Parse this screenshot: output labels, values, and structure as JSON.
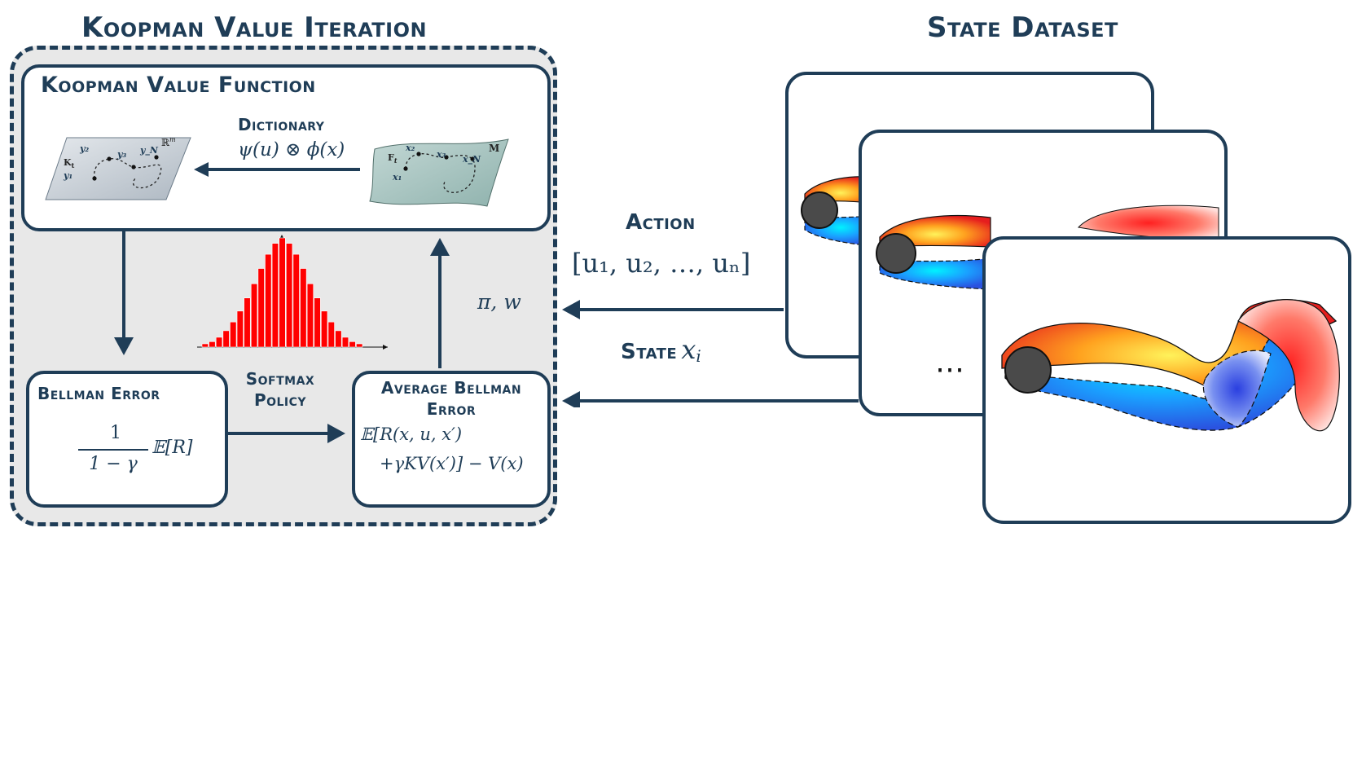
{
  "titles": {
    "koopman_value_iteration": "Koopman Value Iteration",
    "state_dataset": "State Dataset"
  },
  "kvf": {
    "title": "Koopman Value Function",
    "dictionary_label": "Dictionary",
    "dictionary_formula": "ψ(u) ⊗ ϕ(x)",
    "left_plane": {
      "space": "ℝ",
      "space_sup": "m",
      "operator": "K",
      "operator_sub": "t",
      "points": [
        "y₁",
        "y₂",
        "y₃",
        "y_N"
      ]
    },
    "right_plane": {
      "space": "M",
      "operator": "F",
      "operator_sub": "t",
      "points": [
        "x₁",
        "x₂",
        "x₃",
        "x_N"
      ]
    }
  },
  "bellman": {
    "title": "Bellman Error",
    "numerator": "1",
    "denominator": "1 − γ",
    "expectation": "𝔼[R]"
  },
  "softmax": {
    "line1": "Softmax",
    "line2": "Policy"
  },
  "average_bellman": {
    "title_line1": "Average Bellman",
    "title_line2": "Error",
    "formula_line1": "𝔼[R(x, u, x′)",
    "formula_line2": "+γKV(x′)] − V(x)"
  },
  "pi_w": "π, w",
  "action": {
    "label": "Action",
    "vector": "[u₁, u₂, …, uₙ]"
  },
  "state": {
    "label": "State",
    "symbol": "x",
    "subscript": "i"
  },
  "ellipsis": "⋯",
  "histogram": {
    "values": [
      0.03,
      0.05,
      0.09,
      0.15,
      0.23,
      0.33,
      0.45,
      0.58,
      0.72,
      0.85,
      0.95,
      1.0,
      0.95,
      0.85,
      0.72,
      0.58,
      0.45,
      0.33,
      0.23,
      0.15,
      0.09,
      0.05,
      0.03
    ],
    "color": "#ff0000"
  },
  "colors": {
    "primary": "#1f3d57",
    "panel_bg": "#e8e8e8",
    "plane_left": "#cfd6dd",
    "plane_right": "#a9c6c2"
  }
}
